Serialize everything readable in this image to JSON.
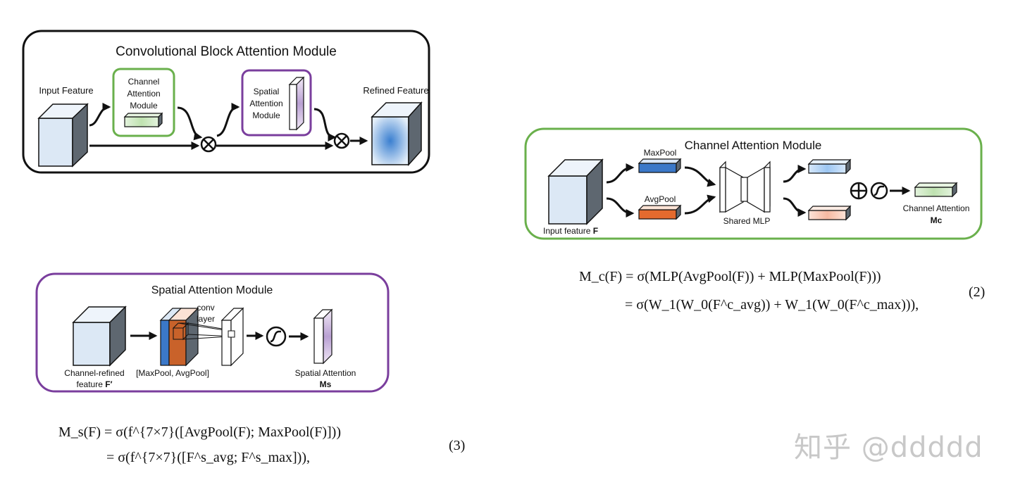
{
  "cbam": {
    "title": "Convolutional Block Attention Module",
    "input_label": "Input Feature",
    "refined_label": "Refined Feature",
    "channel_label_1": "Channel",
    "channel_label_2": "Attention",
    "channel_label_3": "Module",
    "spatial_label_1": "Spatial",
    "spatial_label_2": "Attention",
    "spatial_label_3": "Module",
    "colors": {
      "channel": "#6ab04c",
      "spatial": "#7a3e9d"
    }
  },
  "cam": {
    "title": "Channel Attention Module",
    "maxpool_label": "MaxPool",
    "avgpool_label": "AvgPool",
    "shared_mlp_label": "Shared MLP",
    "input_label": "Input feature",
    "input_symbol": "F",
    "output_label": "Channel Attention",
    "output_symbol": "Mc"
  },
  "sam": {
    "title": "Spatial Attention Module",
    "conv_label_1": "conv",
    "conv_label_2": "layer",
    "input_label_1": "Channel-refined",
    "input_label_2": "feature",
    "input_symbol": "F′",
    "pool_label": "[MaxPool, AvgPool]",
    "output_label": "Spatial Attention",
    "output_symbol": "Ms"
  },
  "equations": {
    "eq2_line1": "M_c(F) = σ(MLP(AvgPool(F)) + MLP(MaxPool(F)))",
    "eq2_line2": "= σ(W_1(W_0(F^c_avg)) + W_1(W_0(F^c_max))),",
    "eq2_number": "(2)",
    "eq3_line1": "M_s(F) = σ(f^{7×7}([AvgPool(F); MaxPool(F)]))",
    "eq3_line2": "= σ(f^{7×7}([F^s_avg; F^s_max])),",
    "eq3_number": "(3)"
  },
  "watermark": "知乎 @ddddd"
}
